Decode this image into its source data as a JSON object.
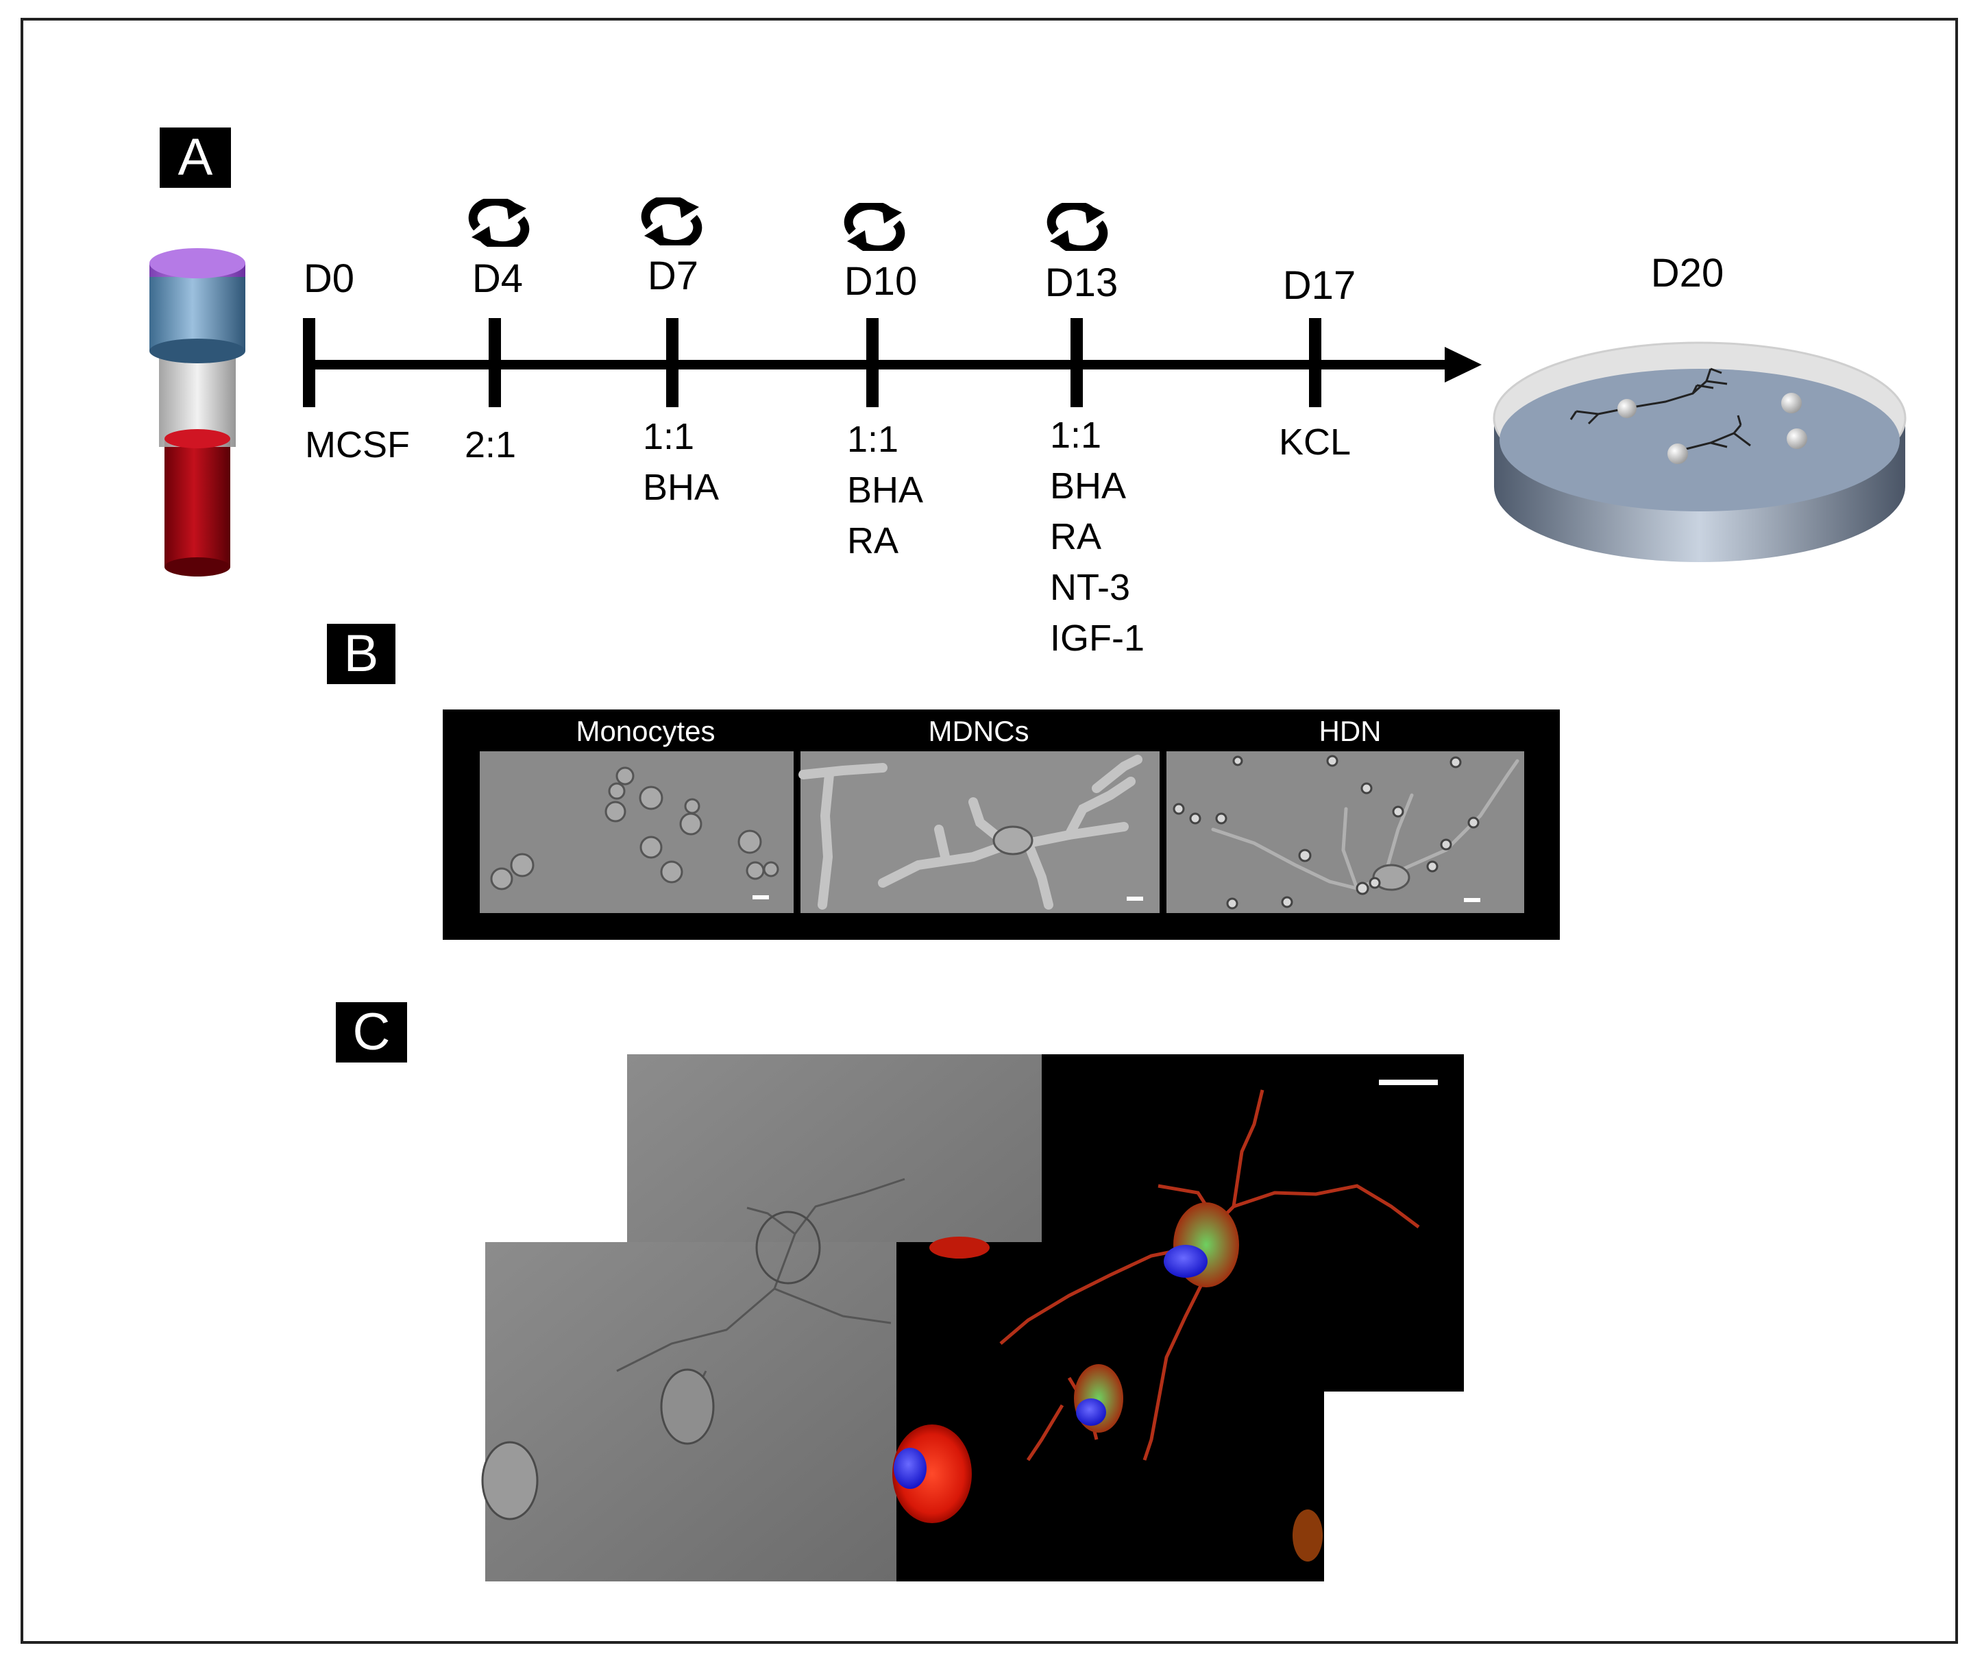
{
  "panel_labels": {
    "a": "A",
    "b": "B",
    "c": "C"
  },
  "timeline": {
    "days": [
      {
        "label": "D0",
        "treatments": [
          "MCSF"
        ],
        "media_change": false
      },
      {
        "label": "D4",
        "treatments": [
          "2:1"
        ],
        "media_change": true
      },
      {
        "label": "D7",
        "treatments": [
          "1:1",
          "BHA"
        ],
        "media_change": true
      },
      {
        "label": "D10",
        "treatments": [
          "1:1",
          "BHA",
          "RA"
        ],
        "media_change": true
      },
      {
        "label": "D13",
        "treatments": [
          "1:1",
          "BHA",
          "RA",
          "NT-3",
          "IGF-1"
        ],
        "media_change": true
      },
      {
        "label": "D17",
        "treatments": [
          "KCL"
        ],
        "media_change": false
      }
    ],
    "endpoint": "D20"
  },
  "micrographs": {
    "titles": [
      "Monocytes",
      "MDNCs",
      "HDN"
    ]
  },
  "colors": {
    "tube_cap": "#a86ad8",
    "tube_ring": "#5f8fb3",
    "blood": "#a3000d",
    "dish": "#8f9fb5",
    "nucleus_stain": "#2222ee",
    "cytoskeleton_stain": "#e02010",
    "marker_stain": "#30c040"
  },
  "icons": {
    "media_change": "cycle-arrows-icon"
  }
}
